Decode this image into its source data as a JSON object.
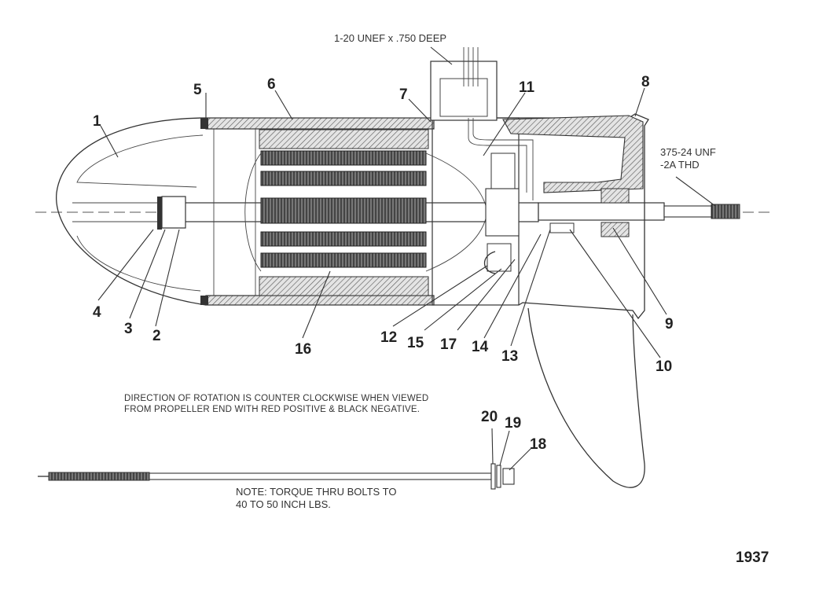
{
  "callouts": [
    "1",
    "2",
    "3",
    "4",
    "5",
    "6",
    "7",
    "8",
    "9",
    "10",
    "11",
    "12",
    "13",
    "14",
    "15",
    "16",
    "17",
    "18",
    "19",
    "20"
  ],
  "thread_top": "1-20 UNEF x .750 DEEP",
  "thread_shaft": [
    "375-24 UNF",
    "-2A THD"
  ],
  "rotation_note": [
    "DIRECTION OF ROTATION IS COUNTER CLOCKWISE WHEN VIEWED",
    "FROM PROPELLER END WITH RED POSITIVE & BLACK NEGATIVE."
  ],
  "torque_note": [
    "NOTE: TORQUE THRU BOLTS TO",
    "40 TO 50 INCH LBS."
  ],
  "figure_number": "1937"
}
